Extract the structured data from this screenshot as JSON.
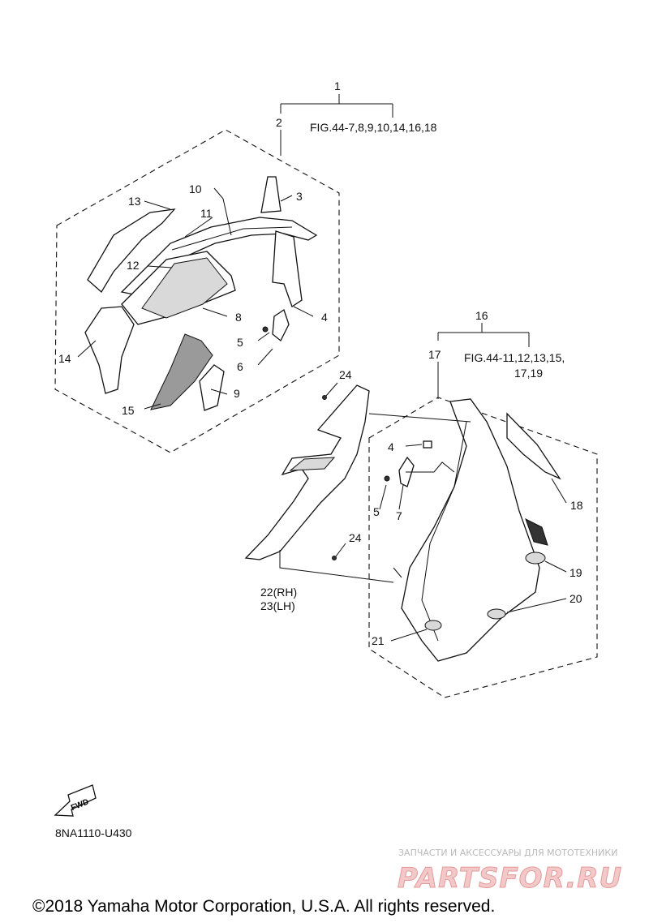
{
  "callouts": {
    "c1": "1",
    "c2": "2",
    "c3": "3",
    "c4a": "4",
    "c5a": "5",
    "c6": "6",
    "c8": "8",
    "c9": "9",
    "c10": "10",
    "c11": "11",
    "c12": "12",
    "c13": "13",
    "c14": "14",
    "c15": "15",
    "c16": "16",
    "c17": "17",
    "c18": "18",
    "c19": "19",
    "c20": "20",
    "c21": "21",
    "c24a": "24",
    "c24b": "24",
    "c4b": "4",
    "c5b": "5",
    "c7": "7",
    "c22": "22(RH)",
    "c23": "23(LH)"
  },
  "refs": {
    "fig1": "FIG.44-7,8,9,10,14,16,18",
    "fig2_line1": "FIG.44-11,12,13,15,",
    "fig2_line2": "17,19"
  },
  "fwd_label": "FWD",
  "drawing_code": "8NA1110-U430",
  "watermark": {
    "tagline": "ЗАПЧАСТИ И АКСЕССУАРЫ ДЛЯ МОТОТЕХНИКИ",
    "logo": "PARTSFOR.RU"
  },
  "copyright": "©2018 Yamaha Motor Corporation, U.S.A. All rights reserved."
}
